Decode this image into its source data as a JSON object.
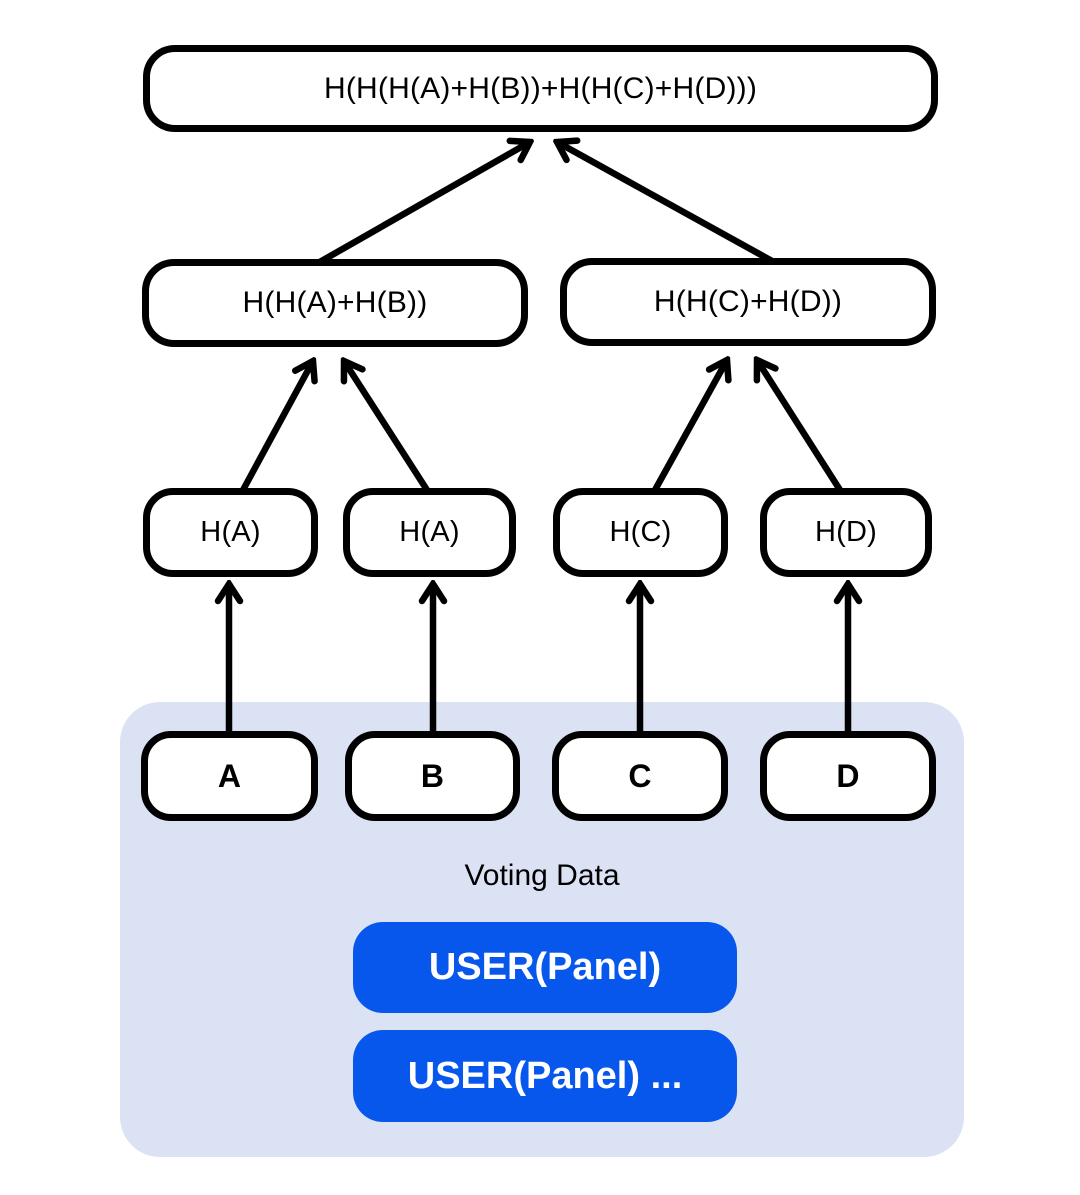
{
  "diagram": {
    "type": "merkle-tree",
    "tree": {
      "root": {
        "label": "H(H(H(A)+H(B))+H(H(C)+H(D)))"
      },
      "branches": [
        {
          "label": "H(H(A)+H(B))"
        },
        {
          "label": "H(H(C)+H(D))"
        }
      ],
      "hashes": [
        {
          "label": "H(A)"
        },
        {
          "label": "H(A)"
        },
        {
          "label": "H(C)"
        },
        {
          "label": "H(D)"
        }
      ],
      "leaves": [
        {
          "label": "A"
        },
        {
          "label": "B"
        },
        {
          "label": "C"
        },
        {
          "label": "D"
        }
      ]
    },
    "voting_panel": {
      "label": "Voting Data",
      "buttons": [
        {
          "label": "USER(Panel)"
        },
        {
          "label": "USER(Panel) ..."
        }
      ]
    },
    "colors": {
      "accent_blue": "#0857ec",
      "panel_bg": "#dae2f3",
      "stroke": "#000000"
    }
  }
}
